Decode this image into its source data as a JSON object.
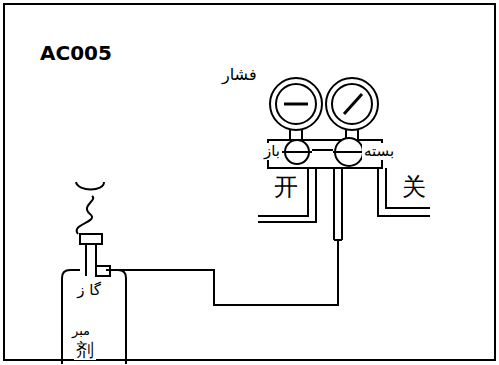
{
  "diagram": {
    "labels": [
      "AC005",
      "فشار",
      "باز",
      "بسته",
      "开",
      "关",
      "گا ز",
      "مبر",
      "剂"
    ]
  }
}
